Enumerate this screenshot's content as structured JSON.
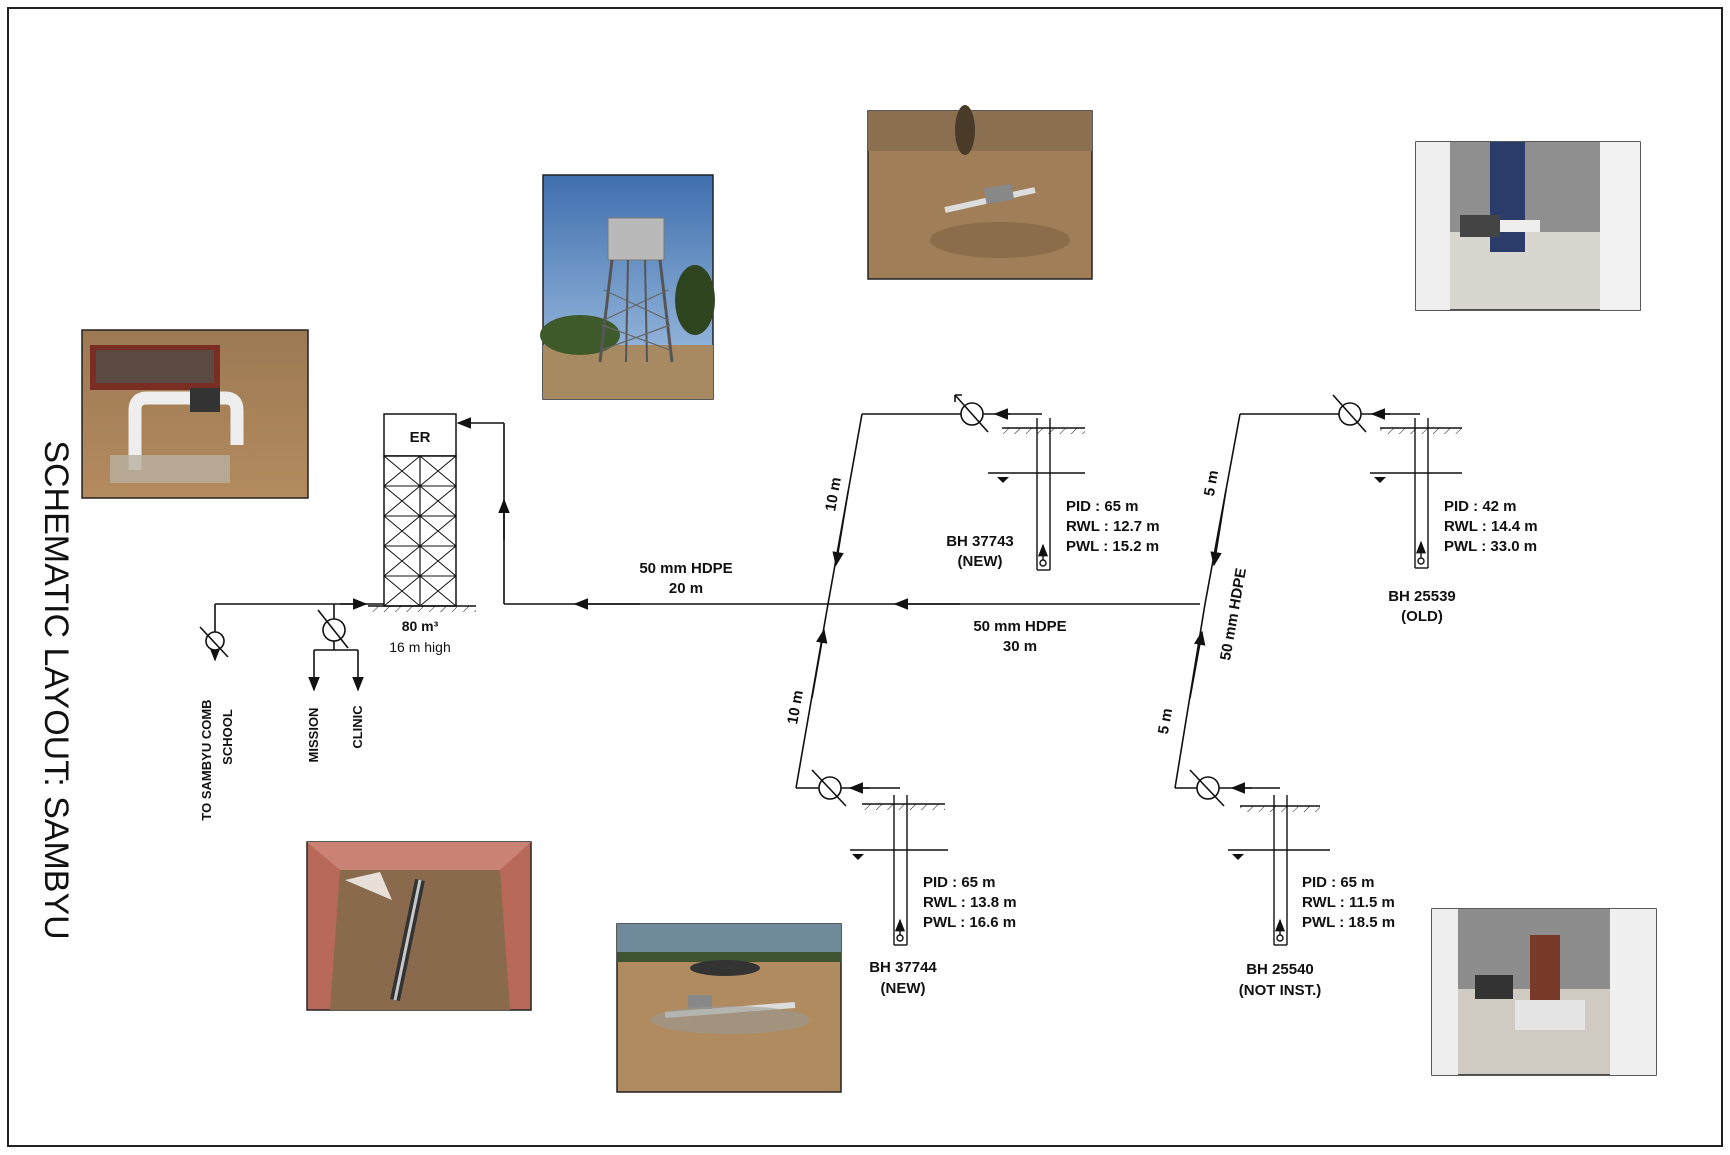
{
  "title": "SCHEMATIC LAYOUT: SAMBYU",
  "reservoir": {
    "label": "ER",
    "capacity": "80 m³",
    "height": "16 m high"
  },
  "pipes": {
    "main_left": {
      "size": "50 mm HDPE",
      "length": "20 m"
    },
    "main_right": {
      "size": "50 mm HDPE",
      "length": "30 m"
    },
    "vertical_right": "50 mm HDPE",
    "seg_37743": "10 m",
    "seg_37744": "10 m",
    "seg_25539": "5 m",
    "seg_25540": "5 m"
  },
  "outlets": {
    "school": [
      "TO SAMBYU COMB",
      "SCHOOL"
    ],
    "mission": "MISSION",
    "clinic": "CLINIC"
  },
  "boreholes": {
    "bh37743": {
      "name": "BH 37743",
      "status": "(NEW)",
      "pid": "PID : 65 m",
      "rwl": "RWL : 12.7 m",
      "pwl": "PWL : 15.2 m"
    },
    "bh25539": {
      "name": "BH 25539",
      "status": "(OLD)",
      "pid": "PID : 42 m",
      "rwl": "RWL : 14.4 m",
      "pwl": "PWL : 33.0 m"
    },
    "bh37744": {
      "name": "BH 37744",
      "status": "(NEW)",
      "pid": "PID : 65 m",
      "rwl": "RWL : 13.8 m",
      "pwl": "PWL : 16.6 m"
    },
    "bh25540": {
      "name": "BH 25540",
      "status": "(NOT INST.)",
      "pid": "PID : 65 m",
      "rwl": "RWL : 11.5 m",
      "pwl": "PWL : 18.5 m"
    }
  }
}
